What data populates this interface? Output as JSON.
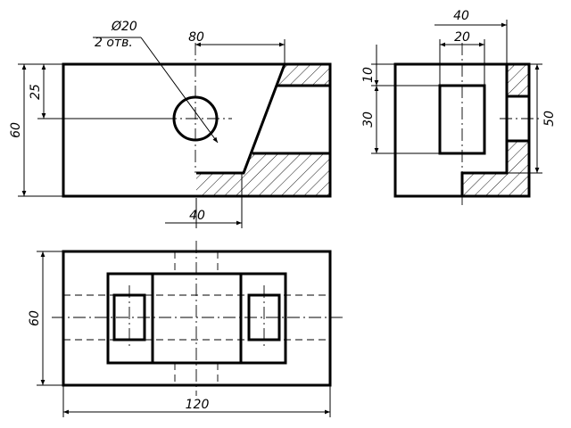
{
  "front_view": {
    "dim_width_80": "80",
    "dim_height_60": "60",
    "dim_height_25": "25",
    "dim_width_40": "40",
    "hole_diameter": "Ø20",
    "hole_count": "2 отв."
  },
  "side_view": {
    "dim_width_40": "40",
    "dim_width_20": "20",
    "dim_height_10": "10",
    "dim_height_30": "30",
    "dim_height_50": "50"
  },
  "top_view": {
    "dim_height_60": "60",
    "dim_width_120": "120"
  }
}
